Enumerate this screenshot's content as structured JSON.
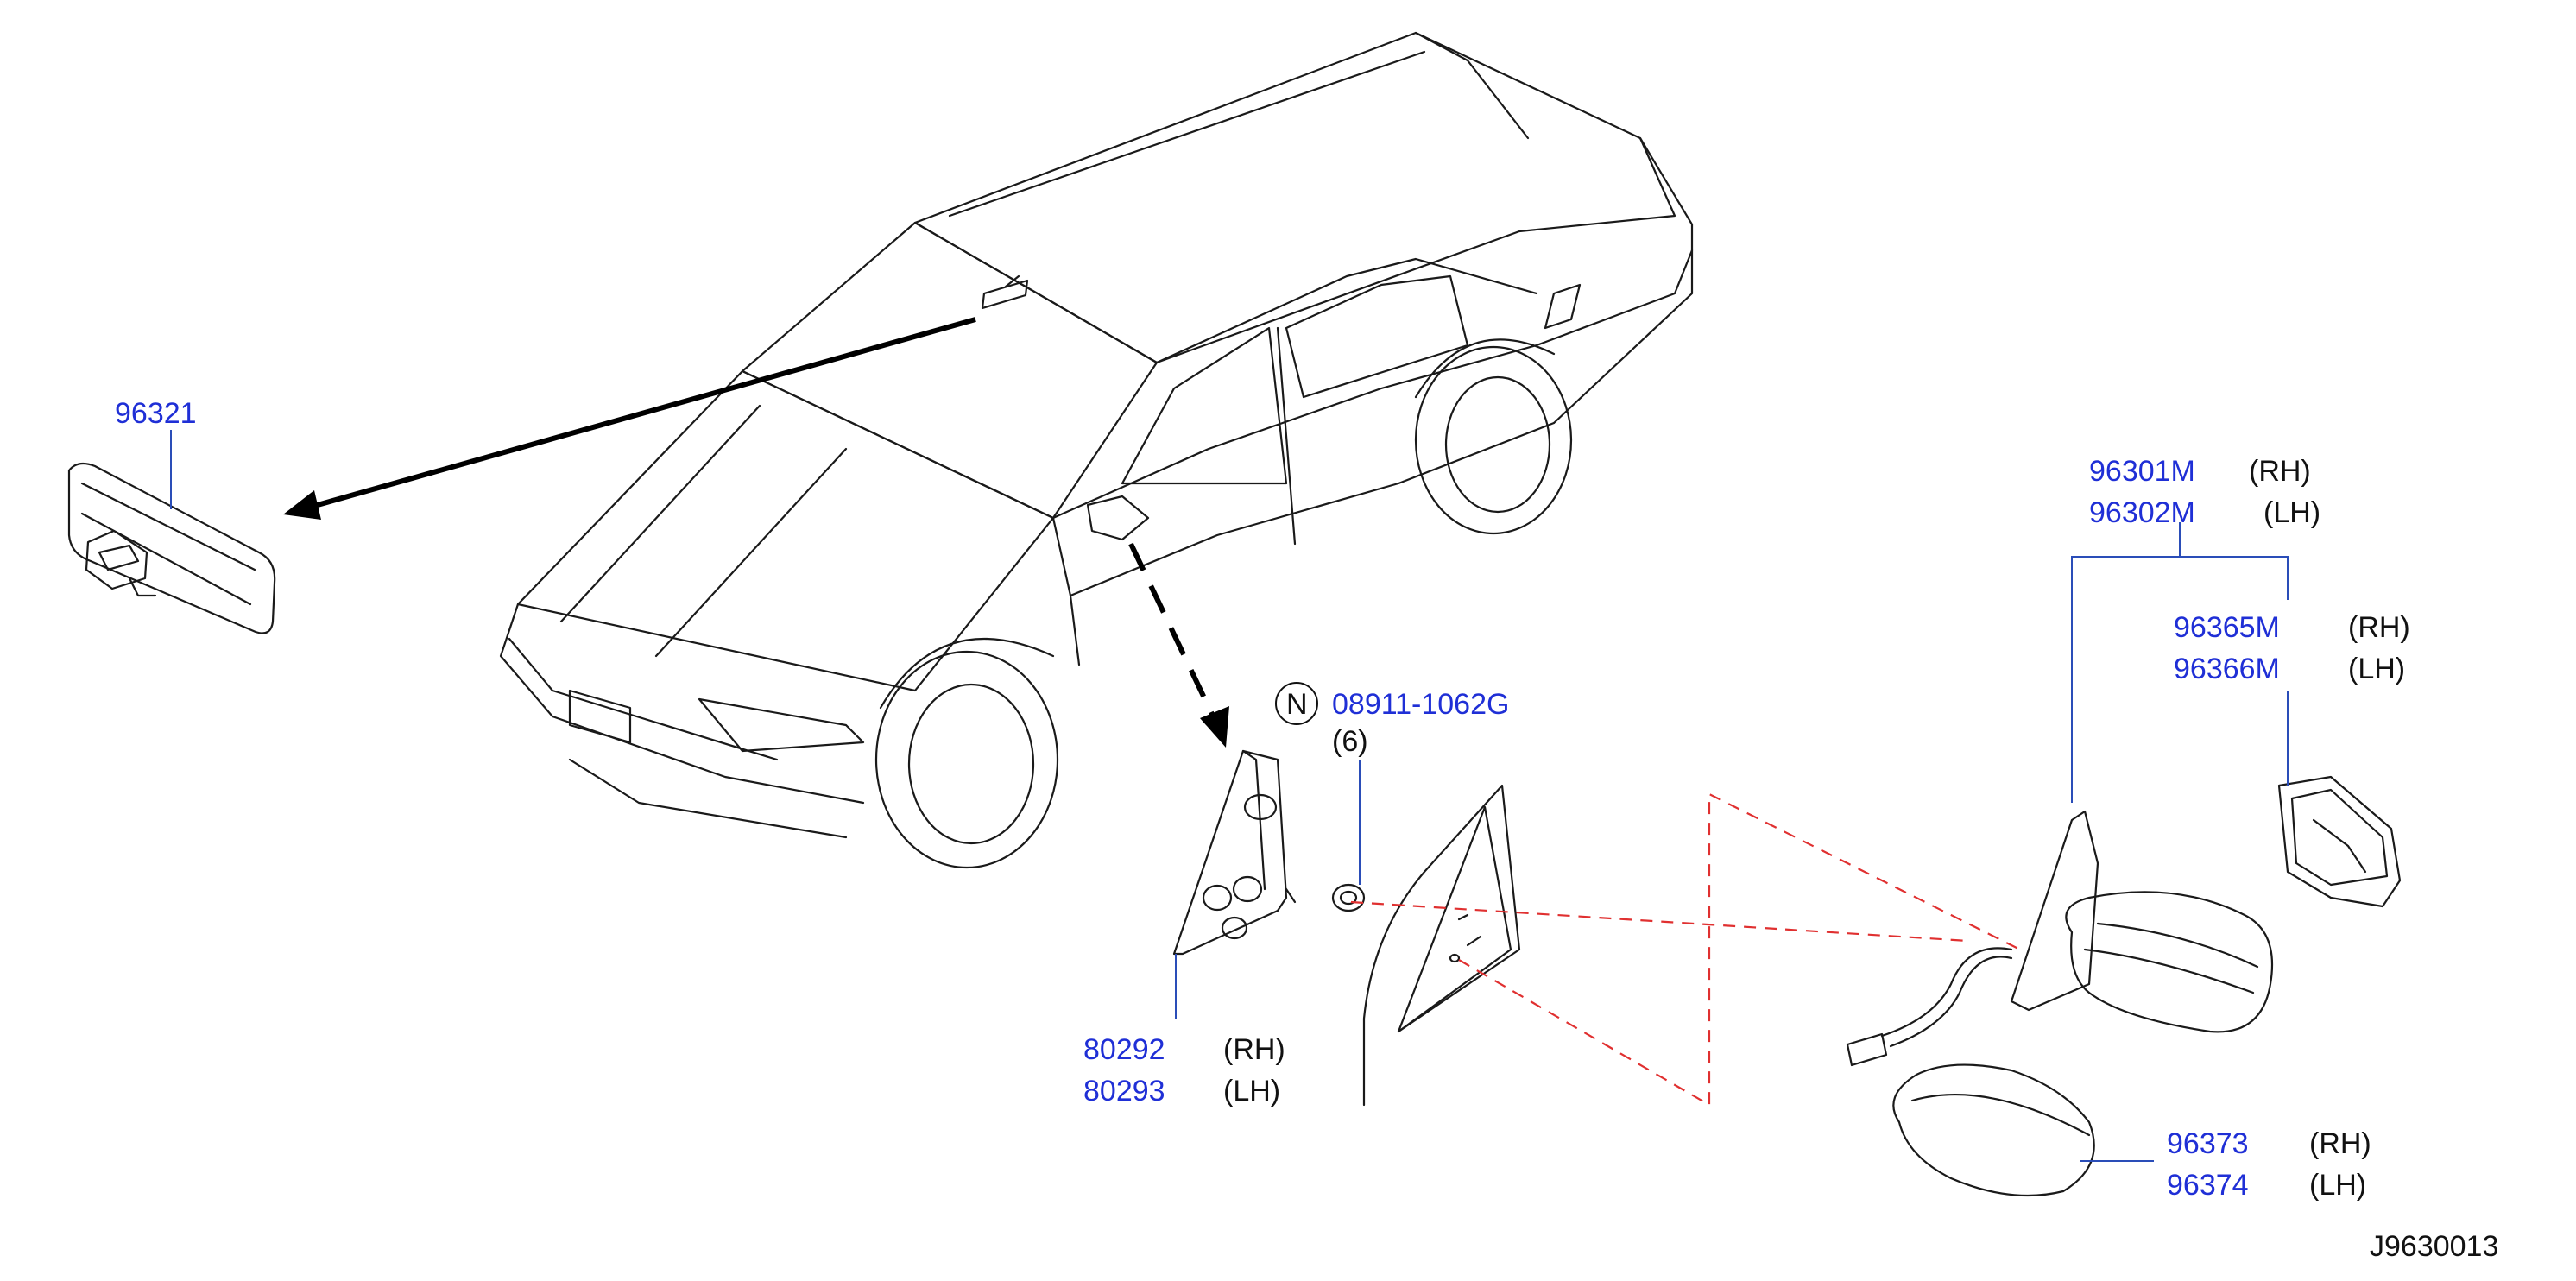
{
  "callouts": {
    "inner_mirror": {
      "part": "96321"
    },
    "door_mirror": {
      "rh_part": "96301M",
      "rh_side": "(RH)",
      "lh_part": "96302M",
      "lh_side": "(LH)"
    },
    "mirror_glass": {
      "rh_part": "96365M",
      "rh_side": "(RH)",
      "lh_part": "96366M",
      "lh_side": "(LH)"
    },
    "corner_finisher": {
      "rh_part": "80292",
      "rh_side": "(RH)",
      "lh_part": "80293",
      "lh_side": "(LH)"
    },
    "nut": {
      "symbol": "N",
      "part": "08911-1062G",
      "qty": "(6)"
    },
    "mirror_cover": {
      "rh_part": "96373",
      "rh_side": "(RH)",
      "lh_part": "96374",
      "lh_side": "(LH)"
    }
  },
  "diagram_code": "J9630013",
  "colors": {
    "part_number": "#1f2fd6",
    "leader": "#2a4db8",
    "phantom": "#e03030",
    "line_art": "#1a1a1a"
  }
}
